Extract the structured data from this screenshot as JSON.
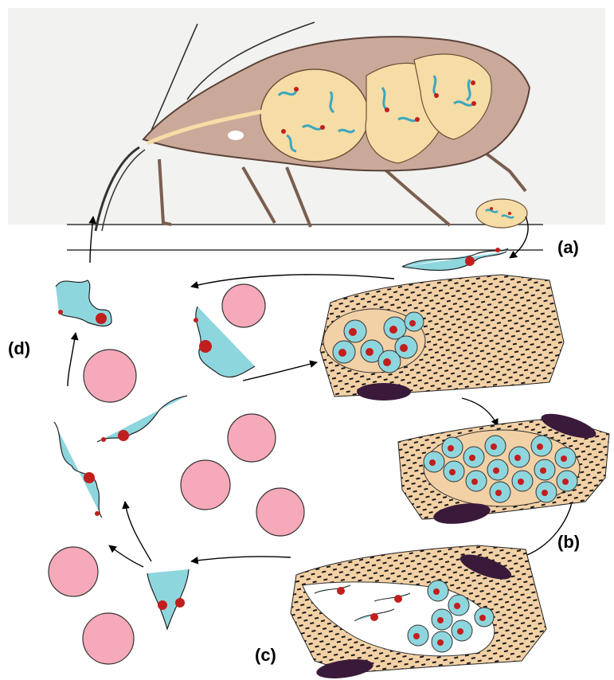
{
  "labels": {
    "a": "(a)",
    "b": "(b)",
    "c": "(c)",
    "d": "(d)"
  },
  "colors": {
    "background": "#ffffff",
    "bug_upper_bg": "#f2f2f0",
    "bug_body": "#cba99a",
    "gut_sac": "#f6dda6",
    "parasite": "#8ed6de",
    "nucleus": "#c21e1e",
    "red_blood_cell": "#f6a9b8",
    "muscle_cell": "#f3d1a6",
    "muscle_striation": "#1a1a1a",
    "host_nucleus": "#3a1a3a"
  },
  "icons": {
    "bug": "triatomine-bug-icon",
    "parasite": "trypanosome-icon",
    "rbc": "red-blood-cell-icon",
    "muscle": "infected-muscle-cell-icon"
  }
}
